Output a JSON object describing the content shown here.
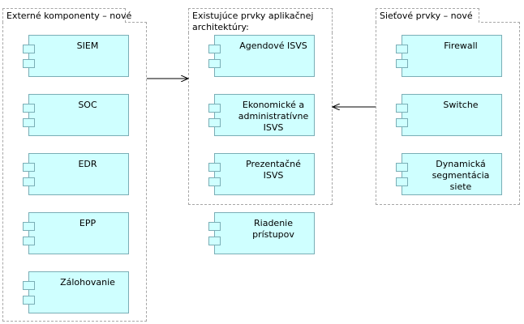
{
  "groups": {
    "external": {
      "title": "Externé komponenty – nové"
    },
    "existing": {
      "title_line1": "Existujúce prvky aplikačnej",
      "title_line2": "architektúry:"
    },
    "network": {
      "title": "Sieťové prvky – nové"
    }
  },
  "components": {
    "siem": "SIEM",
    "soc": "SOC",
    "edr": "EDR",
    "epp": "EPP",
    "zalohovanie": "Zálohovanie",
    "agendove": "Agendové ISVS",
    "ekonomicke_line1": "Ekonomické a",
    "ekonomicke_line2": "administratívne ISVS",
    "prezentacne": "Prezentačné ISVS",
    "riadenie": "Riadenie prístupov",
    "firewall": "Firewall",
    "switche": "Switche",
    "dynamicka_line1": "Dynamická",
    "dynamicka_line2": "segmentácia siete"
  },
  "colors": {
    "component_fill": "#cfffff",
    "component_border": "#7aaeb6",
    "group_border": "#a7a7a7",
    "arrow": "#000000"
  }
}
